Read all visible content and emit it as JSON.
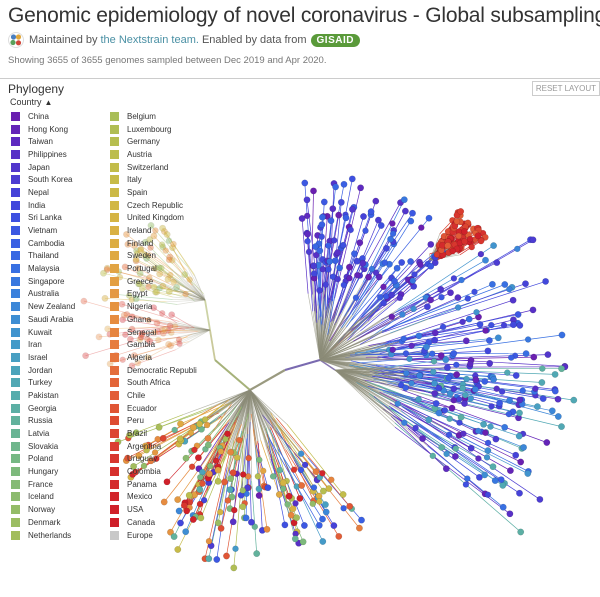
{
  "header": {
    "title": "Genomic epidemiology of novel coronavirus - Global subsampling",
    "maintained_prefix": "Maintained by",
    "maintainer_link": "the Nextstrain team.",
    "enabled_text": "Enabled by data from",
    "gisaid_logo": "GISAID",
    "showing": "Showing 3655 of 3655 genomes sampled between Dec 2019 and Apr 2020."
  },
  "panel": {
    "title": "Phylogeny",
    "reset_button": "RESET LAYOUT",
    "legend_title": "Country"
  },
  "legend": {
    "left": [
      {
        "label": "China",
        "color": "#6a1fb0"
      },
      {
        "label": "Hong Kong",
        "color": "#6424b8"
      },
      {
        "label": "Taiwan",
        "color": "#5e2ac0"
      },
      {
        "label": "Philippines",
        "color": "#5830c6"
      },
      {
        "label": "Japan",
        "color": "#5236cc"
      },
      {
        "label": "South Korea",
        "color": "#4c3cd2"
      },
      {
        "label": "Nepal",
        "color": "#4642d8"
      },
      {
        "label": "India",
        "color": "#4248dc"
      },
      {
        "label": "Sri Lanka",
        "color": "#3e50e0"
      },
      {
        "label": "Vietnam",
        "color": "#3c58e2"
      },
      {
        "label": "Cambodia",
        "color": "#3a60e3"
      },
      {
        "label": "Thailand",
        "color": "#3868e3"
      },
      {
        "label": "Malaysia",
        "color": "#3870e2"
      },
      {
        "label": "Singapore",
        "color": "#3878df"
      },
      {
        "label": "Australia",
        "color": "#3a80dc"
      },
      {
        "label": "New Zealand",
        "color": "#3c87d8"
      },
      {
        "label": "Saudi Arabia",
        "color": "#3e8ed3"
      },
      {
        "label": "Kuwait",
        "color": "#4194ce"
      },
      {
        "label": "Iran",
        "color": "#449ac8"
      },
      {
        "label": "Israel",
        "color": "#489fc2"
      },
      {
        "label": "Jordan",
        "color": "#4ca4bb"
      },
      {
        "label": "Turkey",
        "color": "#51a8b4"
      },
      {
        "label": "Pakistan",
        "color": "#56acac"
      },
      {
        "label": "Georgia",
        "color": "#5cafa4"
      },
      {
        "label": "Russia",
        "color": "#62b29c"
      },
      {
        "label": "Latvia",
        "color": "#68b494"
      },
      {
        "label": "Slovakia",
        "color": "#6fb68c"
      },
      {
        "label": "Poland",
        "color": "#76b884"
      },
      {
        "label": "Hungary",
        "color": "#7db97c"
      },
      {
        "label": "France",
        "color": "#85ba75"
      },
      {
        "label": "Iceland",
        "color": "#8cbb6e"
      },
      {
        "label": "Norway",
        "color": "#94bc68"
      },
      {
        "label": "Denmark",
        "color": "#9bbd62"
      },
      {
        "label": "Netherlands",
        "color": "#a2bd5c"
      }
    ],
    "right": [
      {
        "label": "Belgium",
        "color": "#a9be58"
      },
      {
        "label": "Luxembourg",
        "color": "#b0be54"
      },
      {
        "label": "Germany",
        "color": "#b6be50"
      },
      {
        "label": "Austria",
        "color": "#bcbd4d"
      },
      {
        "label": "Switzerland",
        "color": "#c2bc4a"
      },
      {
        "label": "Italy",
        "color": "#c7bb48"
      },
      {
        "label": "Spain",
        "color": "#ccb946"
      },
      {
        "label": "Czech Republic",
        "color": "#d1b745"
      },
      {
        "label": "United Kingdom",
        "color": "#d5b444"
      },
      {
        "label": "Ireland",
        "color": "#d9b144"
      },
      {
        "label": "Finland",
        "color": "#dcad43"
      },
      {
        "label": "Sweden",
        "color": "#dfa943"
      },
      {
        "label": "Portugal",
        "color": "#e1a443"
      },
      {
        "label": "Greece",
        "color": "#e39f42"
      },
      {
        "label": "Egypt",
        "color": "#e49942"
      },
      {
        "label": "Nigeria",
        "color": "#e59341"
      },
      {
        "label": "Ghana",
        "color": "#e68c40"
      },
      {
        "label": "Senegal",
        "color": "#e6853f"
      },
      {
        "label": "Gambia",
        "color": "#e67d3e"
      },
      {
        "label": "Algeria",
        "color": "#e5753c"
      },
      {
        "label": "Democratic Republi",
        "color": "#e46d3b"
      },
      {
        "label": "South Africa",
        "color": "#e36539"
      },
      {
        "label": "Chile",
        "color": "#e25d37"
      },
      {
        "label": "Ecuador",
        "color": "#e05535"
      },
      {
        "label": "Peru",
        "color": "#de4d33"
      },
      {
        "label": "Brazil",
        "color": "#dc4531"
      },
      {
        "label": "Argentina",
        "color": "#da3d30"
      },
      {
        "label": "Uruguay",
        "color": "#d8362e"
      },
      {
        "label": "Colombia",
        "color": "#d6302d"
      },
      {
        "label": "Panama",
        "color": "#d42a2c"
      },
      {
        "label": "Mexico",
        "color": "#d2252b"
      },
      {
        "label": "USA",
        "color": "#d0212a"
      },
      {
        "label": "Canada",
        "color": "#ce1e29"
      },
      {
        "label": "Europe",
        "color": "#c8c8c8"
      }
    ]
  },
  "palette": {
    "accent": "#4a90a4",
    "branch": "#8c8c78",
    "gisaid": "#5a9a3a"
  }
}
